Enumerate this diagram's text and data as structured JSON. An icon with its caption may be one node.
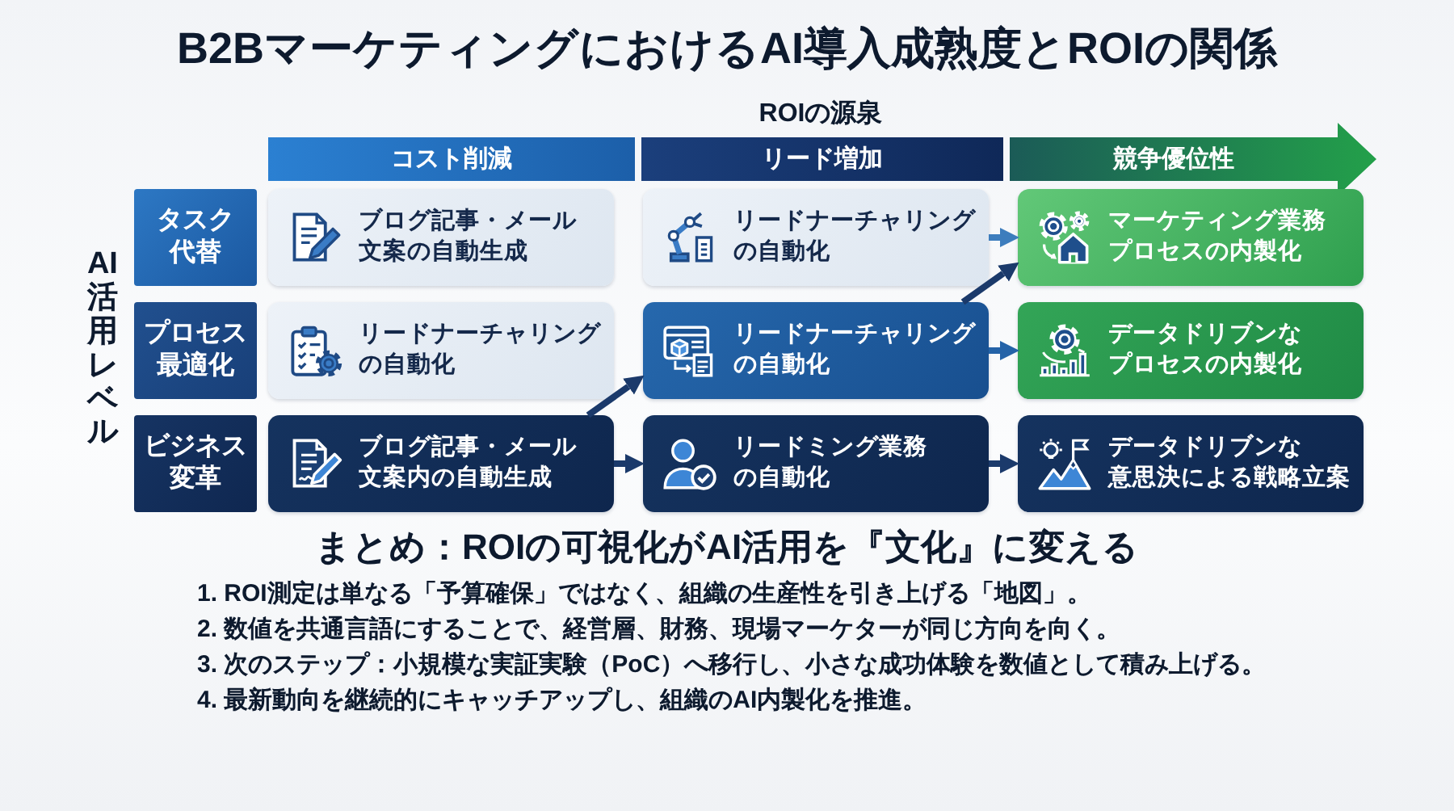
{
  "diagram": {
    "title": "B2BマーケティングにおけるAI導入成熟度とROIの関係",
    "nodes": [
      {
        "text": [
          "コスト削減"
        ]
      },
      {
        "text": [
          "リード増加"
        ]
      },
      {
        "text": [
          "競争優位性"
        ]
      },
      {
        "text": [
          "タスク代替"
        ]
      },
      {
        "text": [
          "ブログ記事・メール文案の自動生成"
        ]
      },
      {
        "text": [
          "リードナーチャリングの自動化"
        ]
      },
      {
        "text": [
          "マーケティング業務プロセスの内製化"
        ]
      },
      {
        "text": [
          "プロセス最適化"
        ]
      },
      {
        "text": [
          "リードナーチャリングの自動化"
        ]
      },
      {
        "text": [
          "リードナーチャリングの自動化"
        ]
      },
      {
        "text": [
          "データドリブンなプロセスの内製化"
        ]
      },
      {
        "text": [
          "ビジネス変革"
        ]
      },
      {
        "text": [
          "ブログ記事・メール文案内の自動生成"
        ]
      },
      {
        "text": [
          "リードミング業務の自動化"
        ]
      },
      {
        "text": [
          "データドリブンな意思決による戦略立案"
        ]
      }
    ],
    "edges": [
      {
        "from": 5,
        "to": 6,
        "arrow": "to",
        "color": "#3d7dbd"
      },
      {
        "from": 9,
        "to": 6,
        "arrow": "to"
      },
      {
        "from": 9,
        "to": 10,
        "arrow": "to",
        "color": "#2463a8"
      },
      {
        "from": 12,
        "to": 9,
        "arrow": "to"
      },
      {
        "from": 12,
        "to": 13,
        "arrow": "to"
      },
      {
        "from": 13,
        "to": 14,
        "arrow": "to"
      }
    ],
    "labels": [
      "ROIの源泉",
      "AI活用レベル",
      "まとめ：ROIの可視化がAI活用を『文化』に変える",
      "1. ROI測定は単なる「予算確保」ではなく、組織の生産性を引き上げる「地図」。",
      "2. 数値を共通言語にすることで、経営層、財務、現場マーケターが同じ方向を向く。",
      "3. 次のステップ：小規模な実証実験（PoC）へ移行し、小さな成功体験を数値として積み上げる。",
      "4. 最新動向を継続的にキャッチアップし、組織のAI内製化を推進。"
    ]
  }
}
